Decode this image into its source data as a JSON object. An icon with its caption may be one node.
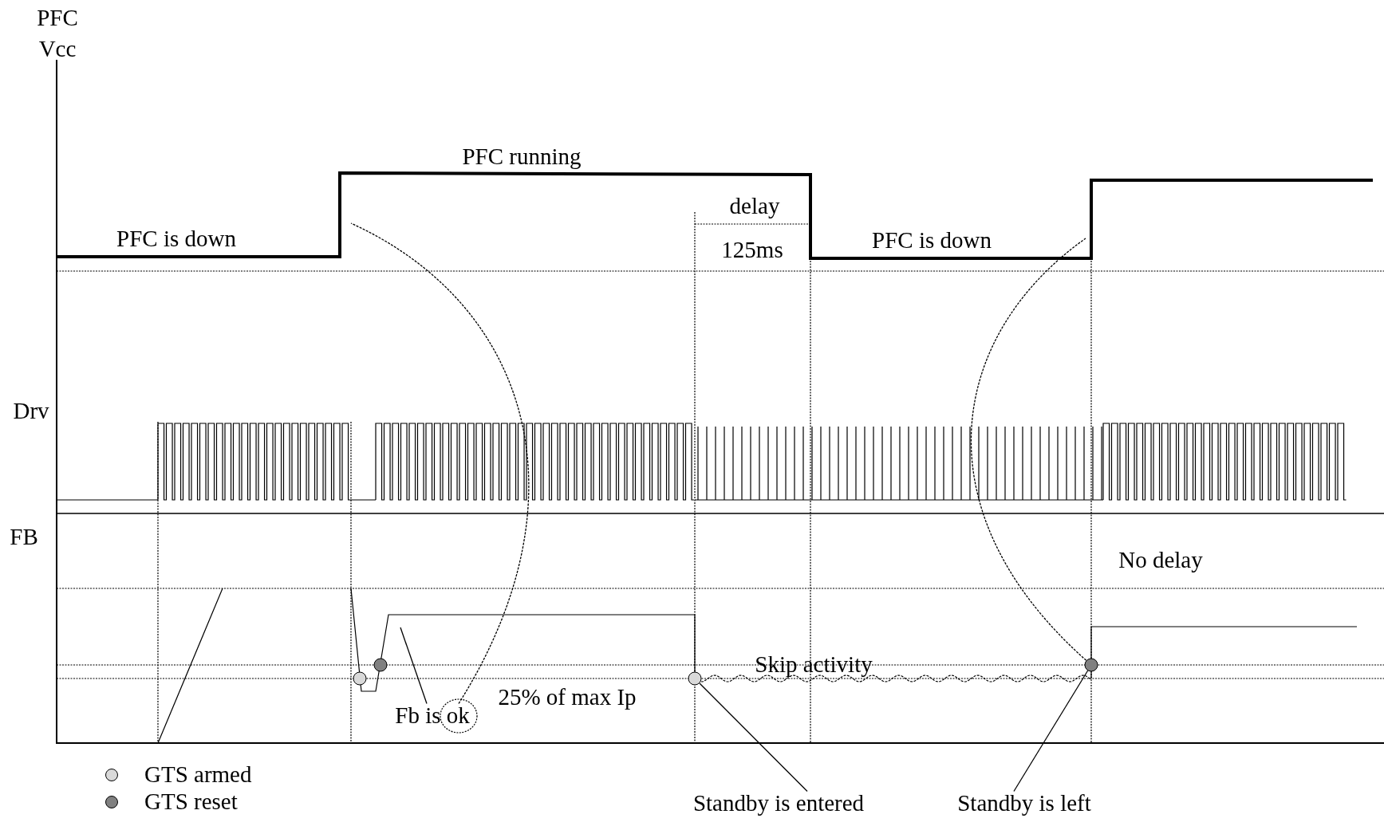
{
  "diagram": {
    "nodes": [
      {
        "text": [
          "Fb is ok"
        ]
      },
      {
        "text": [
          "Standby is entered"
        ]
      },
      {
        "text": [
          "Standby is left"
        ]
      },
      {
        "text": [],
        "shape": "circle"
      },
      {
        "text": [],
        "shape": "circle"
      },
      {
        "text": [],
        "shape": "circle"
      },
      {
        "text": [],
        "shape": "circle"
      }
    ],
    "edges": [
      {
        "from": 0,
        "to": null,
        "arrow": "none"
      },
      {
        "from": 0,
        "to": null,
        "arrow": "none",
        "style": "dashed"
      },
      {
        "from": 1,
        "to": 5,
        "arrow": "none"
      },
      {
        "from": 2,
        "to": 6,
        "arrow": "none"
      },
      {
        "from": 6,
        "to": null,
        "arrow": "none",
        "style": "dashed"
      }
    ],
    "labels": [
      "PFC Vcc",
      "Drv",
      "FB",
      "PFC is down",
      "PFC running",
      "delay",
      "125ms",
      "PFC is down",
      "No delay",
      "Skip activity",
      "25% of max Ip"
    ],
    "legend": [
      {
        "text": "GTS armed",
        "color": "#d9d9d9"
      },
      {
        "text": "GTS reset",
        "color": "#808080"
      }
    ]
  }
}
